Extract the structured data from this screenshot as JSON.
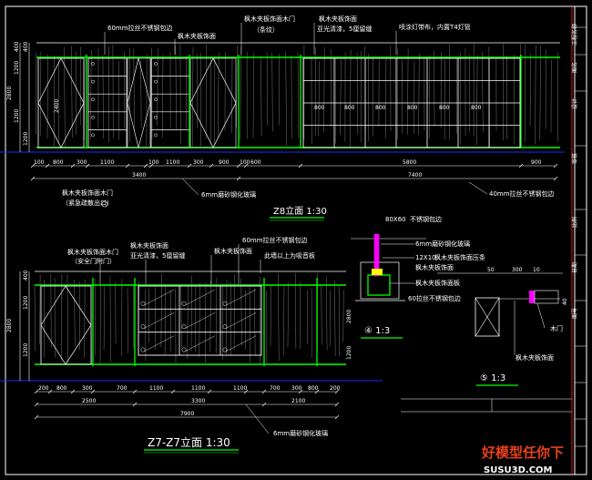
{
  "elev_top": {
    "title": "Z8立面 1:30",
    "notes": [
      "60mm拉丝不锈钢包边",
      "枫木夹板饰面",
      "枫木夹板饰面木门",
      "（条纹）",
      "枫木夹板饰面",
      "亚光清漆，5厘留缝",
      "喷涂灯带布，内置T4灯管"
    ],
    "note_left": [
      "枫木夹板饰面木门",
      "（紧急疏散出口）"
    ],
    "note_glass": "6mm磨砂钢化玻璃",
    "note_edge": "40mm拉丝不锈钢包边",
    "vdims": [
      "400",
      "1200",
      "1200",
      "2800",
      "2400",
      "400",
      "1200"
    ],
    "dims_row1": [
      "100",
      "800",
      "300",
      "1100",
      "100",
      "1100",
      "300",
      "900",
      "100",
      "600",
      "5800",
      "900"
    ],
    "dims_row2": [
      "3400",
      "7400"
    ],
    "panel_dims": [
      "800",
      "800",
      "800",
      "800",
      "800",
      "800"
    ]
  },
  "elev_bottom": {
    "title": "Z7-Z7立面 1:30",
    "notes": [
      "枫木夹板饰面木门",
      "（安全门附门）",
      "枫木夹板饰面",
      "亚光清漆，5厘留缝",
      "60mm拉丝不锈钢包边",
      "枫木夹板饰面",
      "此墙以上为吸音板"
    ],
    "note_glass": "6mm磨砂钢化玻璃",
    "vdims": [
      "400",
      "1200",
      "2800",
      "1200",
      "2800",
      "1200"
    ],
    "dims_row1": [
      "200",
      "800",
      "300",
      "700",
      "1100",
      "1100",
      "1100",
      "700",
      "300",
      "800",
      "200"
    ],
    "dims_row2": [
      "2500",
      "3300",
      "2100"
    ],
    "dims_row3": [
      "7900"
    ]
  },
  "detail4": {
    "label": "④ 1:3",
    "notes": [
      "80X60",
      "不锈钢包边",
      "6mm磨砂钢化玻璃",
      "12X10",
      "枫木夹板饰面压条",
      "枫木夹板饰面",
      "枫木夹板饰面板",
      "60拉丝不锈钢包边"
    ]
  },
  "detail5": {
    "label": "⑤ 1:3",
    "dims": [
      "50",
      "300",
      "10",
      "40"
    ],
    "notes": [
      "木门",
      "枫木夹板饰面"
    ]
  },
  "title_block": {
    "rows": [
      "工程名称",
      "图名",
      "设计",
      "审核",
      "比例",
      "日期",
      "图号"
    ]
  },
  "watermark": {
    "line1": "好模型任你下",
    "line2": "SUSU3D.COM"
  },
  "colors": {
    "background": "#000000",
    "line": "#ffffff",
    "green": "#00ff00",
    "blue": "#1a2cff",
    "magenta": "#ff00ff",
    "red": "#ff2020",
    "yellow": "#ffff00",
    "watermark": "#e8401c"
  }
}
